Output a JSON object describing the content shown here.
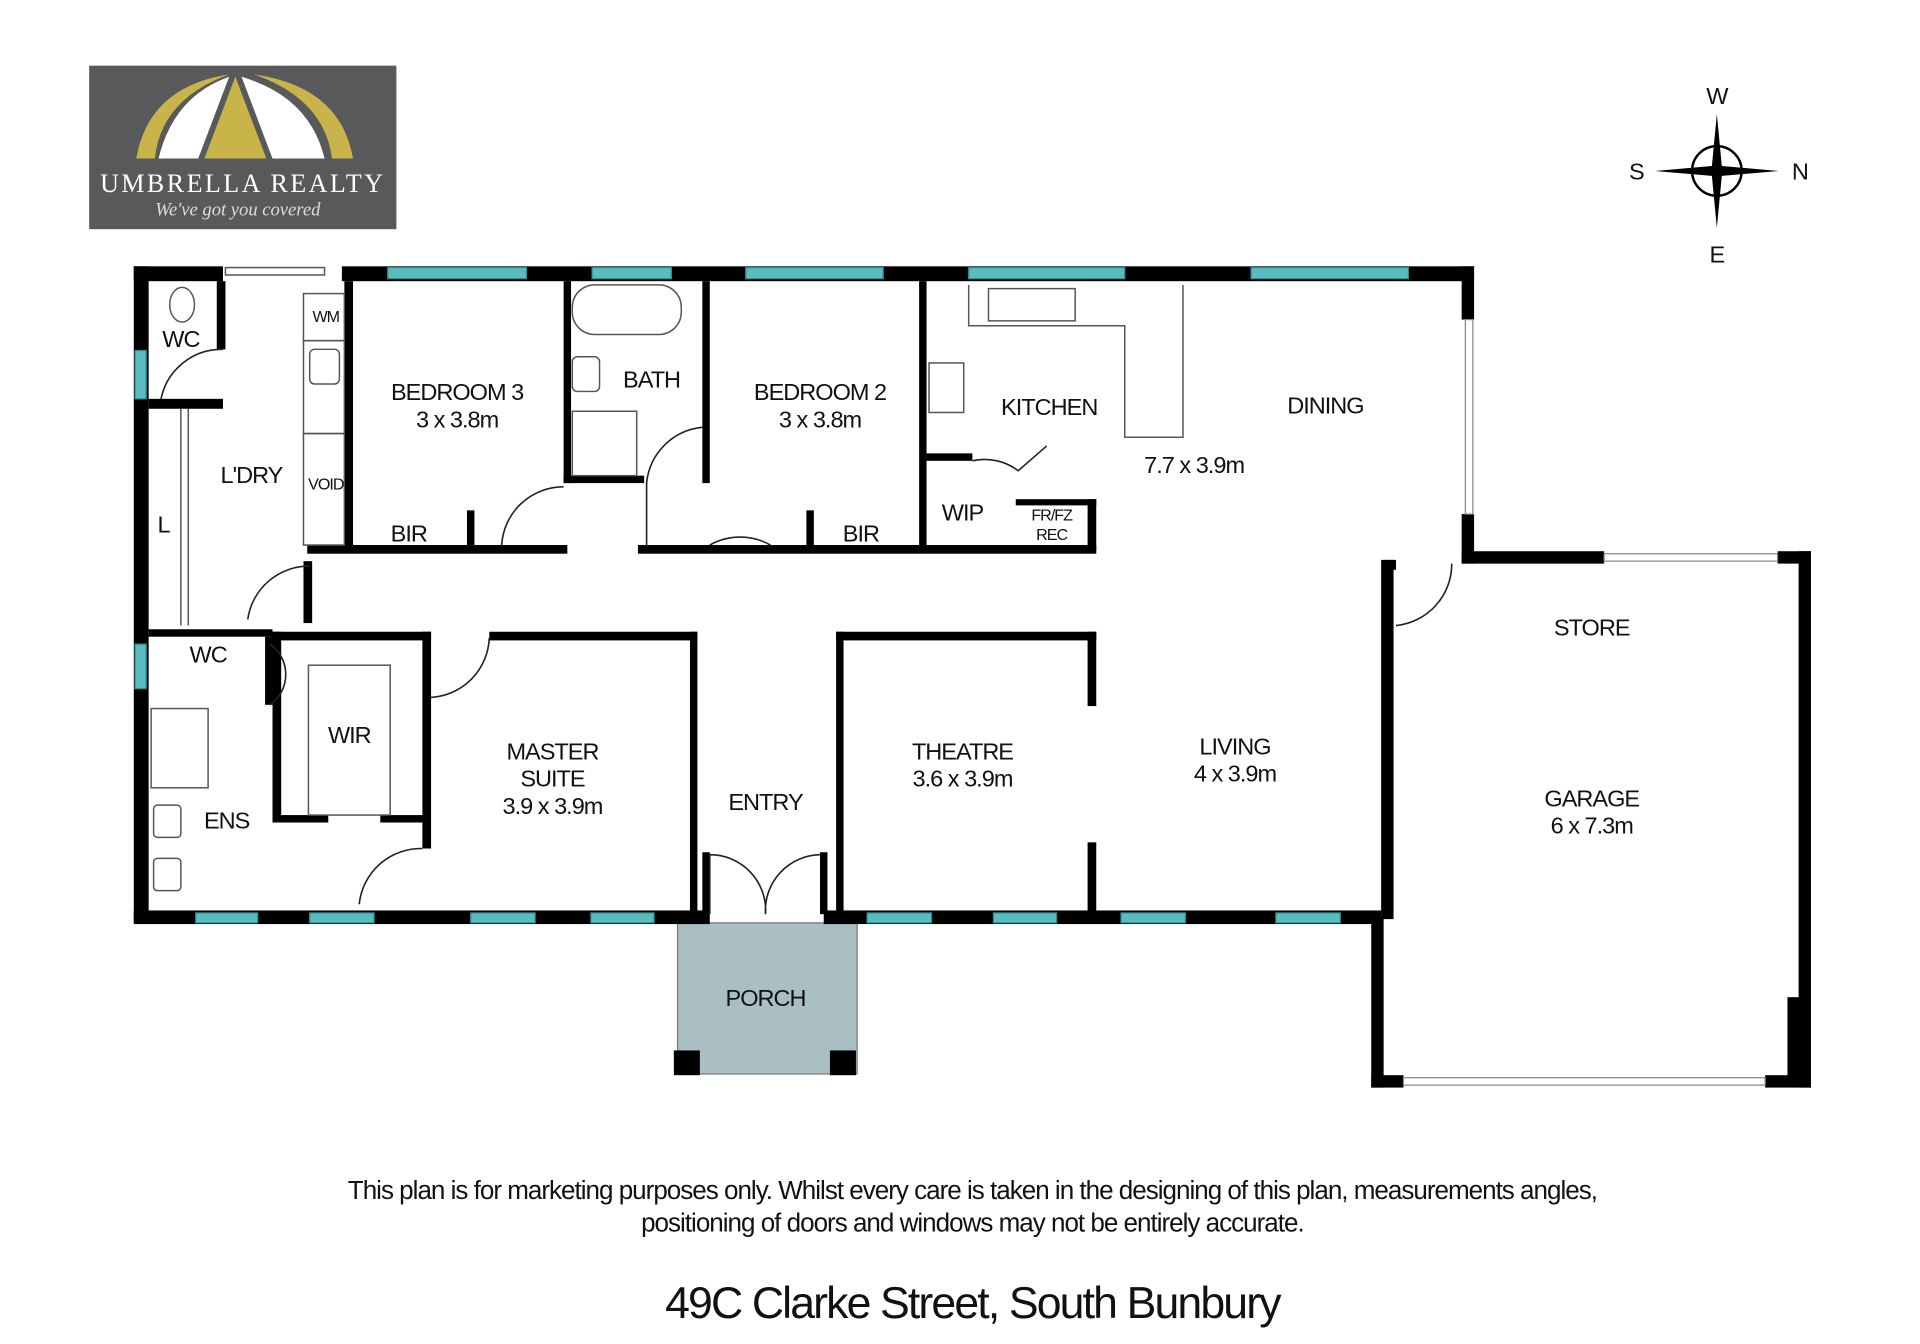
{
  "logo": {
    "name": "UMBRELLA REALTY",
    "tagline": "We've got you covered",
    "bg": "#58595b",
    "gold": "#c9b44a"
  },
  "compass": {
    "north": "N",
    "south": "S",
    "east": "E",
    "west": "W"
  },
  "rooms": {
    "wc1": "WC",
    "laundry": "L'DRY",
    "linen": "L",
    "wm": "WM",
    "void": "VOID",
    "bedroom3": "BEDROOM 3",
    "bedroom3_size": "3 x 3.8m",
    "bir1": "BIR",
    "bath": "BATH",
    "bedroom2": "BEDROOM 2",
    "bedroom2_size": "3 x 3.8m",
    "bir2": "BIR",
    "kitchen": "KITCHEN",
    "dining": "DINING",
    "kitchen_dining_size": "7.7 x 3.9m",
    "wip": "WIP",
    "frfz": "FR/FZ",
    "rec": "REC",
    "wc2": "WC",
    "wir": "WIR",
    "ens": "ENS",
    "master": "MASTER",
    "suite": "SUITE",
    "master_size": "3.9 x 3.9m",
    "entry": "ENTRY",
    "porch": "PORCH",
    "theatre": "THEATRE",
    "theatre_size": "3.6 x 3.9m",
    "living": "LIVING",
    "living_size": "4 x 3.9m",
    "store": "STORE",
    "garage": "GARAGE",
    "garage_size": "6 x 7.3m"
  },
  "disclaimer": {
    "line1": "This plan is for marketing purposes only. Whilst every care is taken in the designing of this plan, measurements angles,",
    "line2": "positioning of doors and windows may not be entirely accurate."
  },
  "address": "49C Clarke Street, South Bunbury",
  "colors": {
    "window": "#5bbcc0",
    "porch": "#a9bfc4"
  }
}
